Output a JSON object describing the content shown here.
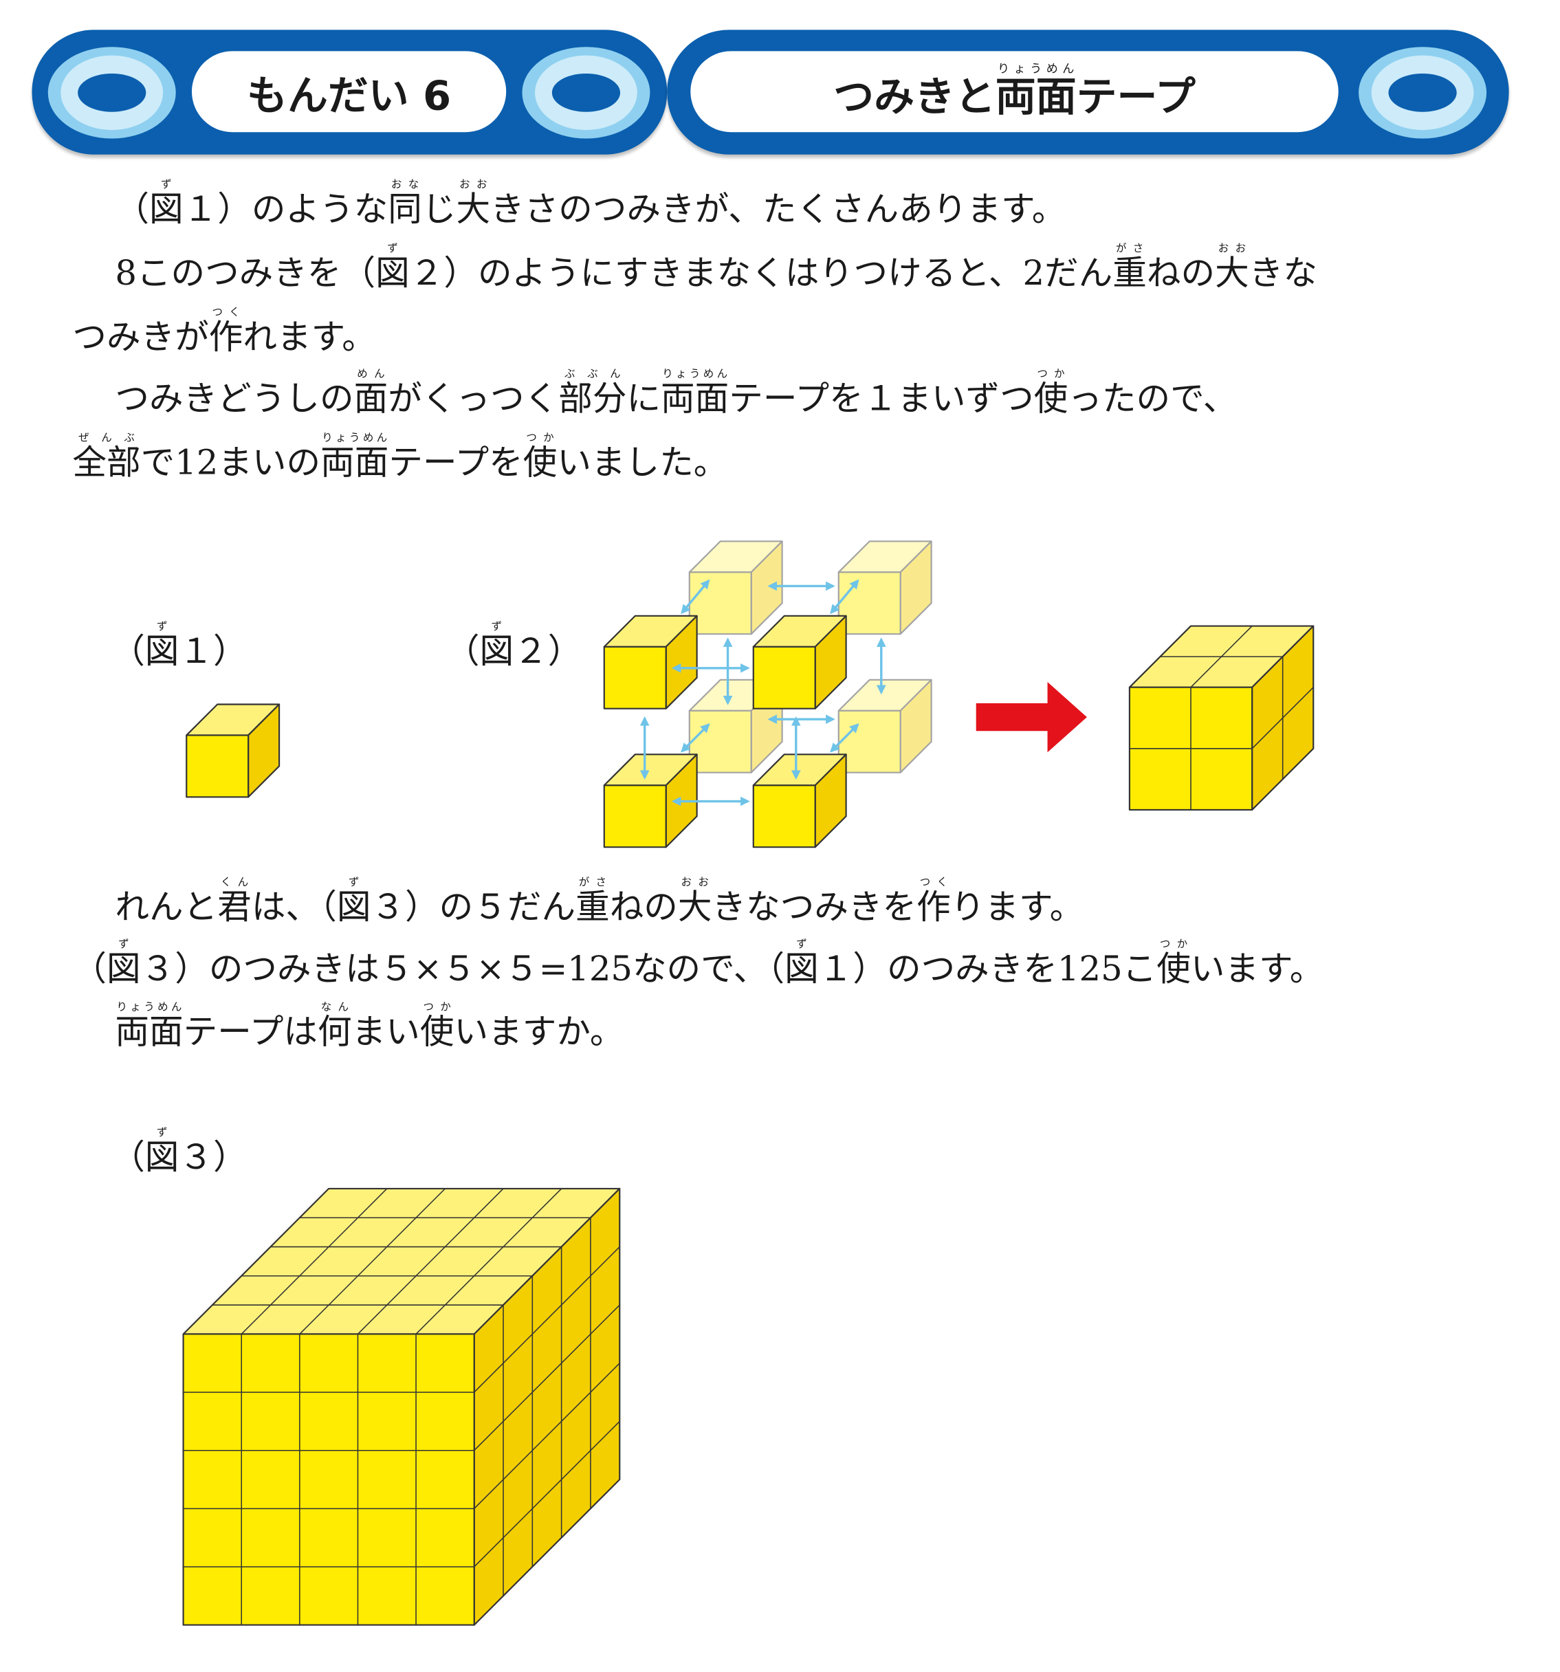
{
  "header": {
    "problem_label": "もんだい 6",
    "title": [
      {
        "t": "つみきと"
      },
      {
        "b": "両面",
        "r": "りょうめん"
      },
      {
        "t": "テープ"
      }
    ]
  },
  "text": {
    "line1": [
      {
        "t": "（"
      },
      {
        "b": "図",
        "r": "ず"
      },
      {
        "t": "１）のような"
      },
      {
        "b": "同",
        "r": "おな"
      },
      {
        "t": "じ"
      },
      {
        "b": "大",
        "r": "おお"
      },
      {
        "t": "きさのつみきが、たくさんあります。"
      }
    ],
    "line2": [
      {
        "t": "8このつみきを（"
      },
      {
        "b": "図",
        "r": "ず"
      },
      {
        "t": "２）のようにすきまなくはりつけると、2だん"
      },
      {
        "b": "重",
        "r": "がさ"
      },
      {
        "t": "ねの"
      },
      {
        "b": "大",
        "r": "おお"
      },
      {
        "t": "きな"
      }
    ],
    "line3": [
      {
        "t": "つみきが"
      },
      {
        "b": "作",
        "r": "つく"
      },
      {
        "t": "れます。"
      }
    ],
    "line4": [
      {
        "t": "つみきどうしの"
      },
      {
        "b": "面",
        "r": "めん"
      },
      {
        "t": "がくっつく"
      },
      {
        "b": "部分",
        "r": "ぶぶん"
      },
      {
        "t": "に"
      },
      {
        "b": "両面",
        "r": "りょうめん"
      },
      {
        "t": "テープを１まいずつ"
      },
      {
        "b": "使",
        "r": "つか"
      },
      {
        "t": "ったので、"
      }
    ],
    "line5": [
      {
        "b": "全部",
        "r": "ぜんぶ"
      },
      {
        "t": "で12まいの"
      },
      {
        "b": "両面",
        "r": "りょうめん"
      },
      {
        "t": "テープを"
      },
      {
        "b": "使",
        "r": "つか"
      },
      {
        "t": "いました。"
      }
    ],
    "line6": [
      {
        "t": "れんと"
      },
      {
        "b": "君",
        "r": "くん"
      },
      {
        "t": "は、（"
      },
      {
        "b": "図",
        "r": "ず"
      },
      {
        "t": "３）の５だん"
      },
      {
        "b": "重",
        "r": "がさ"
      },
      {
        "t": "ねの"
      },
      {
        "b": "大",
        "r": "おお"
      },
      {
        "t": "きなつみきを"
      },
      {
        "b": "作",
        "r": "つく"
      },
      {
        "t": "ります。"
      }
    ],
    "line7": [
      {
        "t": "（"
      },
      {
        "b": "図",
        "r": "ず"
      },
      {
        "t": "３）のつみきは５×５×５=125なので、（"
      },
      {
        "b": "図",
        "r": "ず"
      },
      {
        "t": "１）のつみきを125こ"
      },
      {
        "b": "使",
        "r": "つか"
      },
      {
        "t": "います。"
      }
    ],
    "line8": [
      {
        "b": "両面",
        "r": "りょうめん"
      },
      {
        "t": "テープは"
      },
      {
        "b": "何",
        "r": "なん"
      },
      {
        "t": "まい"
      },
      {
        "b": "使",
        "r": "つか"
      },
      {
        "t": "いますか。"
      }
    ]
  },
  "figures": {
    "fig1_label": [
      {
        "t": "（"
      },
      {
        "b": "図",
        "r": "ず"
      },
      {
        "t": "１）"
      }
    ],
    "fig2_label": [
      {
        "t": "（"
      },
      {
        "b": "図",
        "r": "ず"
      },
      {
        "t": "２）"
      }
    ],
    "fig3_label": [
      {
        "t": "（"
      },
      {
        "b": "図",
        "r": "ず"
      },
      {
        "t": "３）"
      }
    ],
    "fig1_cubes_per_edge": 1,
    "fig2_result_cubes_per_edge": 2,
    "fig3_cubes_per_edge": 5
  },
  "colors": {
    "band": "#0b5fae",
    "cube_front": "#ffec00",
    "cube_top": "#fff27a",
    "cube_side": "#f3cf00",
    "tape_arrow": "#6ec3e8",
    "red_arrow": "#e3121b"
  }
}
